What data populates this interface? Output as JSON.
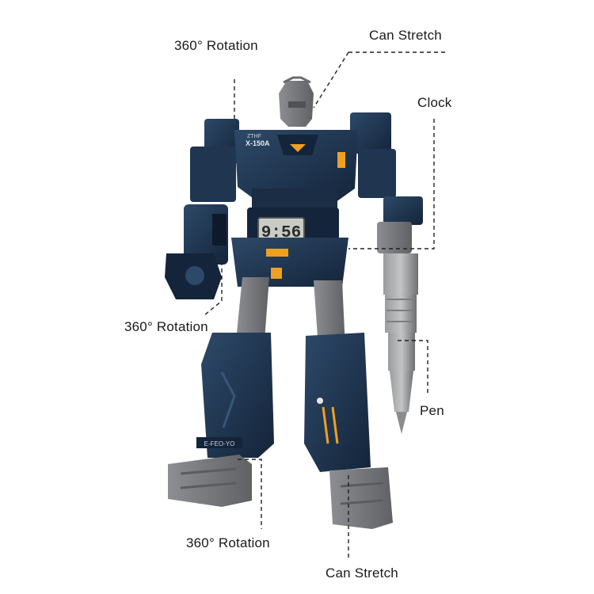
{
  "callouts": {
    "rotation_shoulder": "360° Rotation",
    "stretch_head": "Can Stretch",
    "clock": "Clock",
    "rotation_arm": "360° Rotation",
    "pen": "Pen",
    "rotation_foot": "360° Rotation",
    "stretch_leg": "Can Stretch"
  },
  "robot": {
    "chest_text_line1": "ZTHF",
    "chest_text_line2": "X-150A",
    "leg_badge": "E-FEO-YO",
    "clock_display": "9:56"
  },
  "colors": {
    "armor": "#1f3550",
    "armor_dark": "#14243a",
    "armor_light": "#2d4968",
    "gray_part": "#7b7d80",
    "gray_dark": "#5f6164",
    "accent_orange": "#f0a020",
    "lcd": "#c9ccc4"
  }
}
